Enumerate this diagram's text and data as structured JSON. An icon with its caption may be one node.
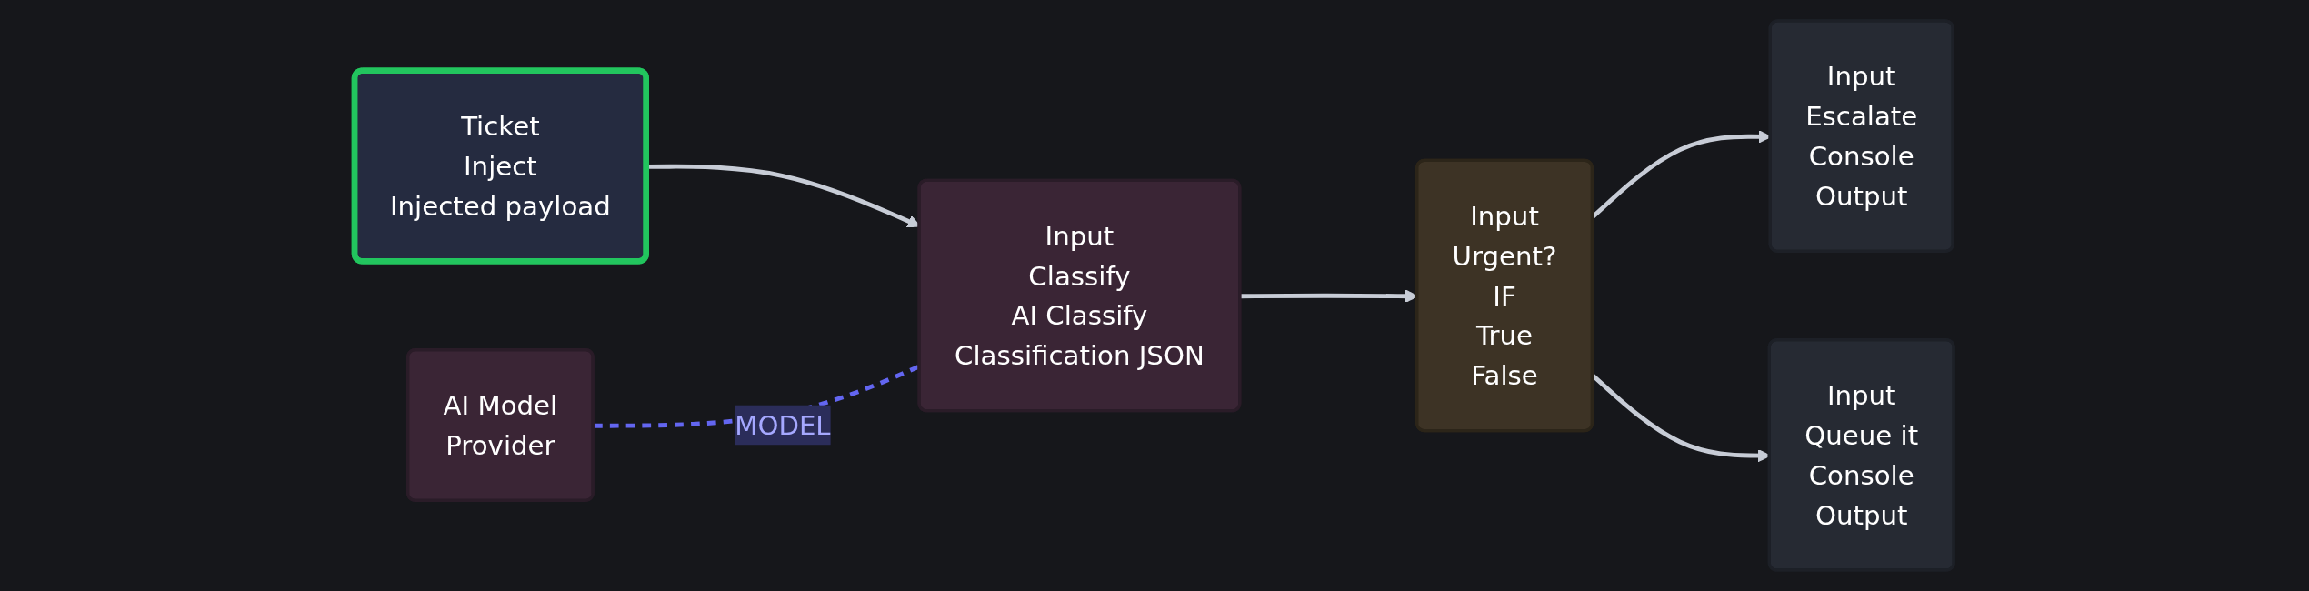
{
  "diagram": {
    "nodes": [
      {
        "text": [
          "Ticket",
          "Inject",
          "Injected payload"
        ]
      },
      {
        "text": [
          "Input",
          "Classify",
          "AI Classify",
          "Classification JSON"
        ]
      },
      {
        "text": [
          "AI Model",
          "Provider"
        ]
      },
      {
        "text": [
          "Input",
          "Urgent?",
          "IF",
          "True",
          "False"
        ]
      },
      {
        "text": [
          "Input",
          "Escalate",
          "Console",
          "Output"
        ]
      },
      {
        "text": [
          "Input",
          "Queue it",
          "Console",
          "Output"
        ]
      }
    ],
    "edges": [
      {
        "from": 0,
        "to": 1,
        "arrow": "to"
      },
      {
        "from": 1,
        "to": 3,
        "arrow": "to"
      },
      {
        "from": 2,
        "to": 1,
        "arrow": "none",
        "style": "dashed",
        "color": "#6366f1",
        "label": "MODEL"
      },
      {
        "from": 3,
        "to": 4,
        "arrow": "to"
      },
      {
        "from": 3,
        "to": 5,
        "arrow": "to"
      }
    ]
  }
}
